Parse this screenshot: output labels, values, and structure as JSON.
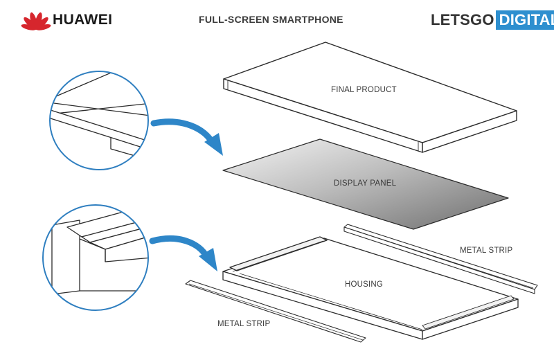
{
  "header": {
    "title": "FULL-SCREEN SMARTPHONE",
    "brand_left": "HUAWEI",
    "brand_right_a": "LETSGO",
    "brand_right_b": "DIGITAL"
  },
  "labels": {
    "final_product": "FINAL PRODUCT",
    "display_panel": "DISPLAY PANEL",
    "housing": "HOUSING",
    "metal_strip_right": "METAL STRIP",
    "metal_strip_bottom": "METAL STRIP"
  },
  "colors": {
    "line": "#2b2b2b",
    "arrow": "#2e86c8",
    "accent": "#2e8fcf",
    "huawei_red": "#d6262d"
  }
}
